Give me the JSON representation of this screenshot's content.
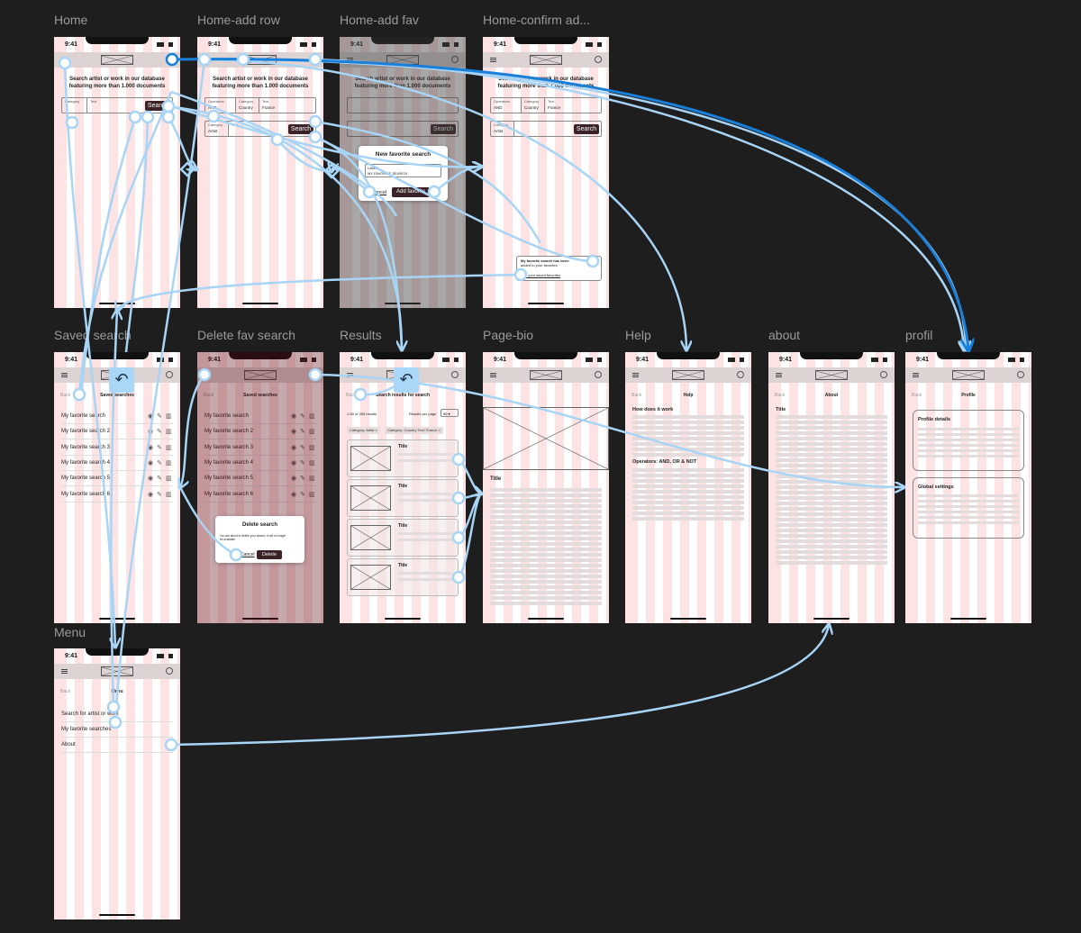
{
  "frame_titles": {
    "home": "Home",
    "add_row": "Home-add row",
    "add_fav": "Home-add fav",
    "confirm": "Home-confirm ad...",
    "saved": "Saved search",
    "delete": "Delete fav search",
    "results": "Results",
    "bio": "Page-bio",
    "help": "Help",
    "about": "about",
    "profil": "profil",
    "menu": "Menu"
  },
  "status_time": "9:41",
  "home": {
    "intro_line1": "Search artist or work in our database",
    "intro_line2": "featuring more than 1.000 documents",
    "category_label": "Category",
    "text_label": "Text",
    "search_button": "Search"
  },
  "add_row": {
    "operators_label": "Operators",
    "operators_value": "AND",
    "category_label": "Category",
    "category_value": "Country",
    "text_label": "Text",
    "text_value": "France",
    "category2_value": "Artist"
  },
  "add_fav_modal": {
    "title": "New favorite search",
    "input_label": "Label",
    "input_value": "MY FAVORITE SEARCH",
    "cancel": "Cancel",
    "add": "Add favorite"
  },
  "toast": {
    "message_line1": "My favorite search has been",
    "message_line2": "added to your favorites",
    "link": "See your saved favorites"
  },
  "back_label": "Back",
  "saved": {
    "title": "Saved searches",
    "items": [
      "My favorite search",
      "My favorite search 2",
      "My favorite search 3",
      "My favorite search 4",
      "My favorite search 5",
      "My favorite search 6"
    ]
  },
  "delete_modal": {
    "title": "Delete search",
    "message_line1": "You are about to delete your search; it will no longer",
    "message_line2": "be available",
    "cancel": "Cancel",
    "delete": "Delete"
  },
  "results": {
    "title": "Search results for search",
    "count": "1-50 of 253 results",
    "per_page_label": "Results per page",
    "per_page_value": "50",
    "chips": [
      "Category: Artist ×",
      "Category: Country Text: France ×"
    ],
    "card_title": "Title"
  },
  "bio": {
    "title": "Title"
  },
  "help": {
    "title": "Help",
    "heading1": "How does it work",
    "heading2": "Operators: AND, OR & NOT"
  },
  "about": {
    "title": "About",
    "heading": "Title"
  },
  "profile": {
    "title": "Profile",
    "section1": "Profile details",
    "section2": "Global settings"
  },
  "menu": {
    "title": "Menu",
    "items": [
      "Search for artist or work",
      "My favorite searches",
      "About"
    ]
  },
  "colors": {
    "canvas": "#1e1e1e",
    "wire": "#a8d4f5",
    "wire_selected": "#1a7fd9",
    "button": "#3a2326"
  }
}
